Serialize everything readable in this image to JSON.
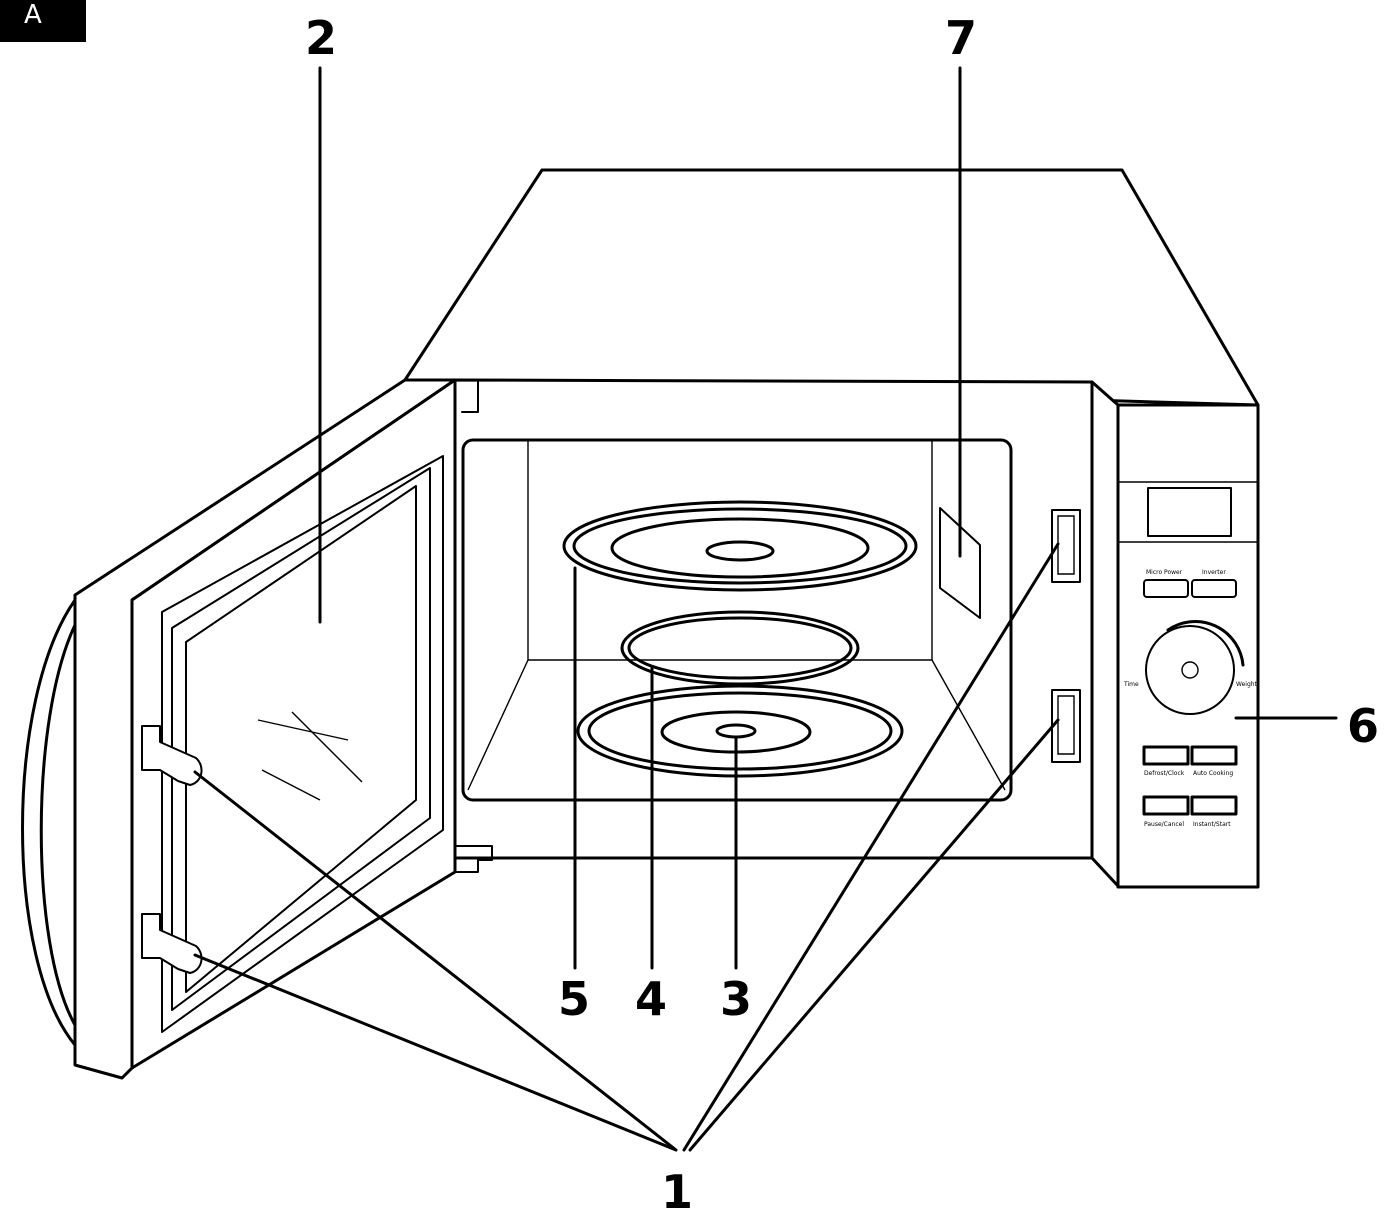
{
  "figure_tag": "A",
  "callouts": {
    "c1": "1",
    "c2": "2",
    "c3": "3",
    "c4": "4",
    "c5": "5",
    "c6": "6",
    "c7": "7"
  },
  "panel_labels": {
    "top_left": "Micro Power",
    "top_right": "Inverter",
    "dial_left": "Time",
    "dial_right": "Weight",
    "mid_left": "Defrost/Clock",
    "mid_right": "Auto Cooking",
    "bottom_left": "Pause/Cancel",
    "bottom_right": "Instant/Start"
  },
  "colors": {
    "ink": "#000000",
    "paper": "#ffffff"
  }
}
